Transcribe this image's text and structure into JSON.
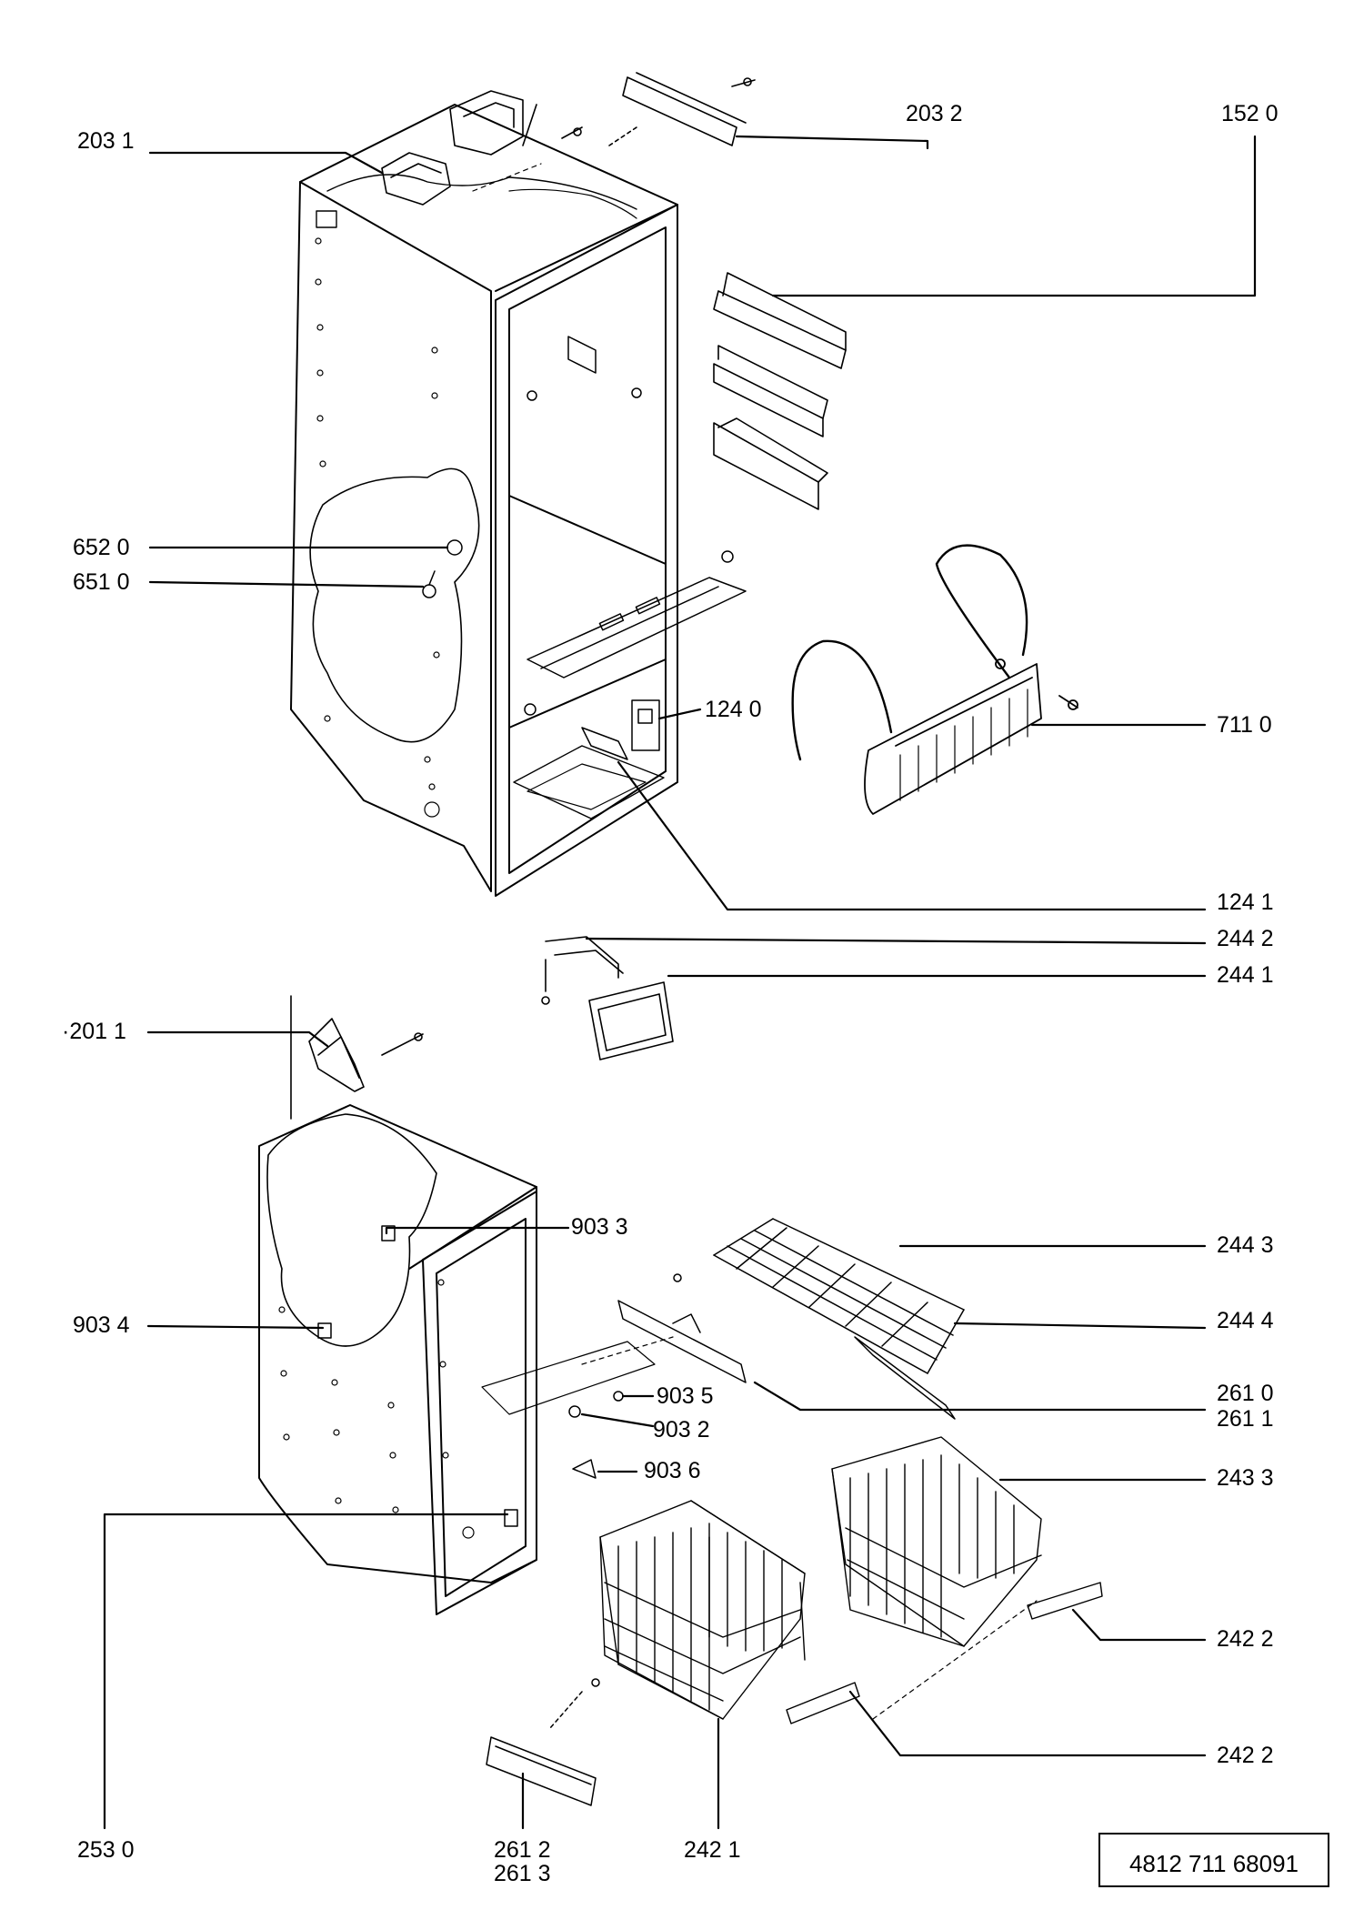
{
  "labels": {
    "l_2031": "203 1",
    "l_2032": "203 2",
    "l_1520": "152 0",
    "l_6520": "652 0",
    "l_6510": "651 0",
    "l_1240": "124 0",
    "l_7110": "711 0",
    "l_1241": "124 1",
    "l_2442": "244 2",
    "l_2441": "244 1",
    "l_2011": "·201 1",
    "l_9033": "903 3",
    "l_9034": "903 4",
    "l_2443": "244 3",
    "l_2444": "244 4",
    "l_9035": "903 5",
    "l_9032": "903 2",
    "l_2610": "261 0",
    "l_2611": "261 1",
    "l_9036": "903 6",
    "l_2433": "243 3",
    "l_2530": "253 0",
    "l_2422a": "242 2",
    "l_2422b": "242 2",
    "l_2612": "261 2",
    "l_2613": "261 3",
    "l_2421": "242 1"
  },
  "doc_number": "4812 711 68091"
}
